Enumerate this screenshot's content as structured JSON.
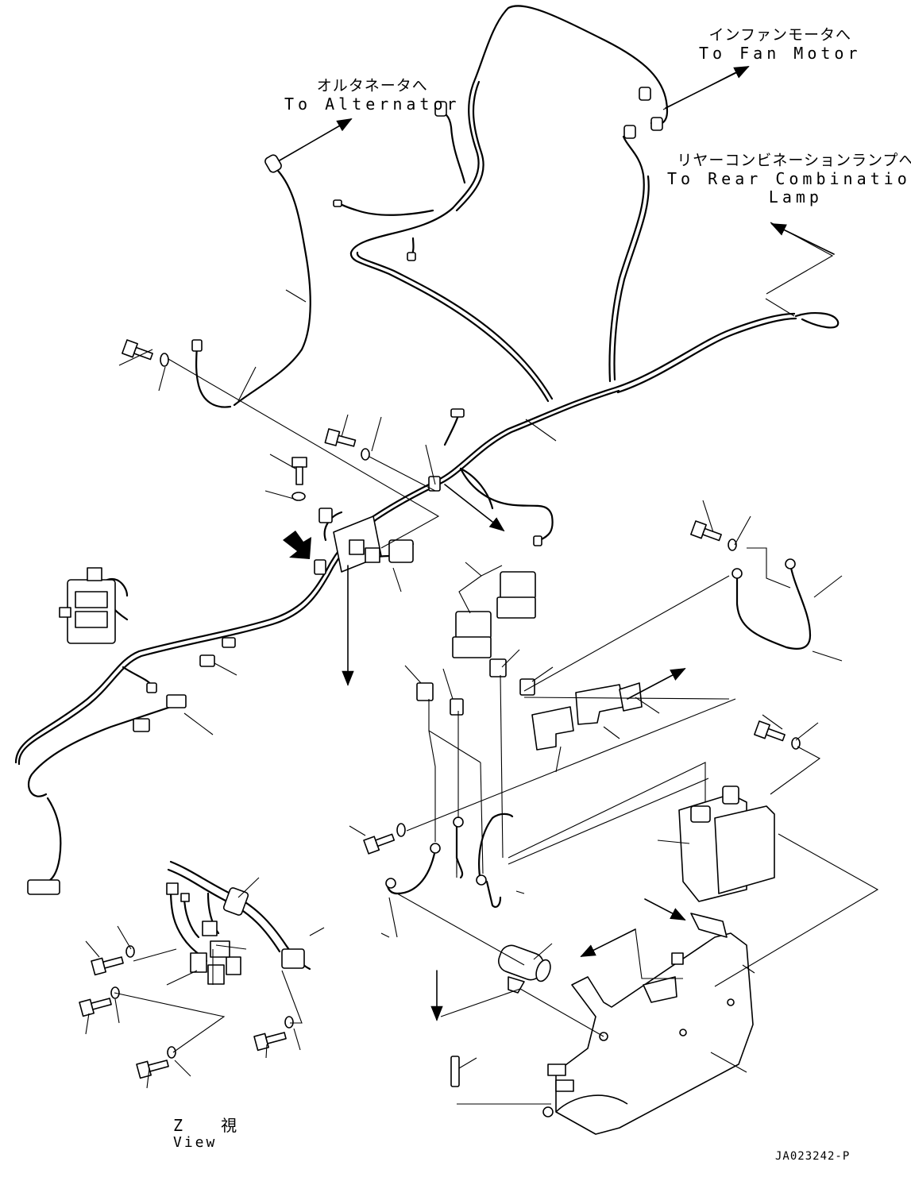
{
  "labels": {
    "alternator": {
      "jp": "オルタネータへ",
      "en": "To Alternator"
    },
    "fan_motor": {
      "jp": "インファンモータへ",
      "en": "To Fan Motor"
    },
    "rear_lamp": {
      "jp": "リヤーコンビネーションランプへ",
      "en": "To Rear Combination",
      "en2": "Lamp"
    },
    "view": {
      "jp": "Z 視",
      "en": "View"
    },
    "drawing_code": "JA023242-P"
  }
}
